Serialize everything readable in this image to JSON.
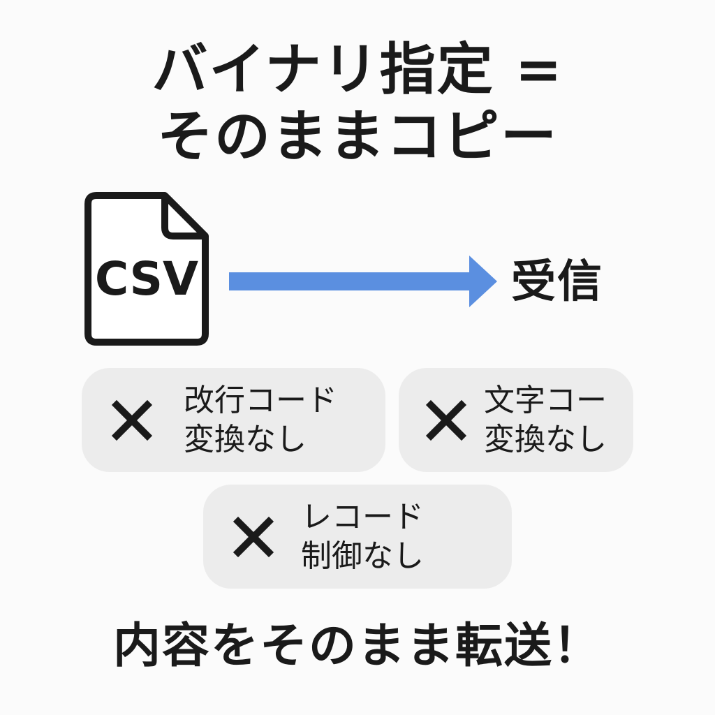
{
  "title": {
    "line1": "バイナリ指定 =",
    "line2": "そのままコピー"
  },
  "file": {
    "label": "CSV",
    "icon": "document-icon"
  },
  "arrow": {
    "icon": "arrow-right-icon",
    "color": "#5b8fe0"
  },
  "receive_label": "受信",
  "pills": [
    {
      "icon": "close-x-icon",
      "line1": "改行コード",
      "line2": "変換なし"
    },
    {
      "icon": "close-x-icon",
      "line1": "文字コー",
      "line2": "変換なし"
    },
    {
      "icon": "close-x-icon",
      "line1": "レコード",
      "line2": "制御なし"
    }
  ],
  "footer": "内容をそのまま転送！",
  "colors": {
    "text": "#1a1a1a",
    "pill_background": "#ececec",
    "background": "#fbfbfb"
  }
}
